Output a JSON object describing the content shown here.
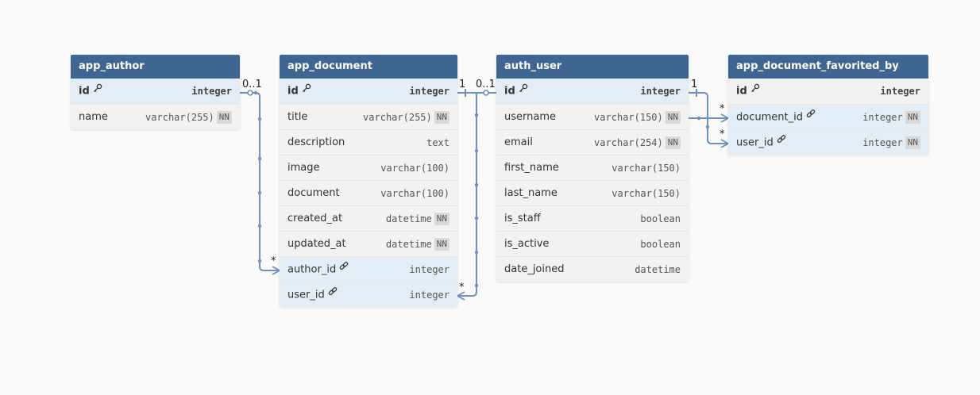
{
  "tables": {
    "app_author": {
      "name": "app_author",
      "rows": [
        {
          "name": "id",
          "type": "integer",
          "pk": true,
          "nn": false,
          "fk": false
        },
        {
          "name": "name",
          "type": "varchar(255)",
          "pk": false,
          "nn": true,
          "fk": false
        }
      ]
    },
    "app_document": {
      "name": "app_document",
      "rows": [
        {
          "name": "id",
          "type": "integer",
          "pk": true,
          "nn": false,
          "fk": false
        },
        {
          "name": "title",
          "type": "varchar(255)",
          "pk": false,
          "nn": true,
          "fk": false
        },
        {
          "name": "description",
          "type": "text",
          "pk": false,
          "nn": false,
          "fk": false
        },
        {
          "name": "image",
          "type": "varchar(100)",
          "pk": false,
          "nn": false,
          "fk": false
        },
        {
          "name": "document",
          "type": "varchar(100)",
          "pk": false,
          "nn": false,
          "fk": false
        },
        {
          "name": "created_at",
          "type": "datetime",
          "pk": false,
          "nn": true,
          "fk": false
        },
        {
          "name": "updated_at",
          "type": "datetime",
          "pk": false,
          "nn": true,
          "fk": false
        },
        {
          "name": "author_id",
          "type": "integer",
          "pk": false,
          "nn": false,
          "fk": true
        },
        {
          "name": "user_id",
          "type": "integer",
          "pk": false,
          "nn": false,
          "fk": true
        }
      ]
    },
    "auth_user": {
      "name": "auth_user",
      "rows": [
        {
          "name": "id",
          "type": "integer",
          "pk": true,
          "nn": false,
          "fk": false
        },
        {
          "name": "username",
          "type": "varchar(150)",
          "pk": false,
          "nn": true,
          "fk": false
        },
        {
          "name": "email",
          "type": "varchar(254)",
          "pk": false,
          "nn": true,
          "fk": false
        },
        {
          "name": "first_name",
          "type": "varchar(150)",
          "pk": false,
          "nn": false,
          "fk": false
        },
        {
          "name": "last_name",
          "type": "varchar(150)",
          "pk": false,
          "nn": false,
          "fk": false
        },
        {
          "name": "is_staff",
          "type": "boolean",
          "pk": false,
          "nn": false,
          "fk": false
        },
        {
          "name": "is_active",
          "type": "boolean",
          "pk": false,
          "nn": false,
          "fk": false
        },
        {
          "name": "date_joined",
          "type": "datetime",
          "pk": false,
          "nn": false,
          "fk": false
        }
      ]
    },
    "app_document_favorited_by": {
      "name": "app_document_favorited_by",
      "rows": [
        {
          "name": "id",
          "type": "integer",
          "pk": true,
          "nn": false,
          "fk": false
        },
        {
          "name": "document_id",
          "type": "integer",
          "pk": false,
          "nn": true,
          "fk": true
        },
        {
          "name": "user_id",
          "type": "integer",
          "pk": false,
          "nn": true,
          "fk": true
        }
      ]
    }
  },
  "nn_label": "NN",
  "cardinality": {
    "zero_one": "0..1",
    "one": "1",
    "many": "*"
  },
  "colors": {
    "header": "#3f6592",
    "link": "#6e90bd",
    "highlight_row": "#e3edf5"
  }
}
